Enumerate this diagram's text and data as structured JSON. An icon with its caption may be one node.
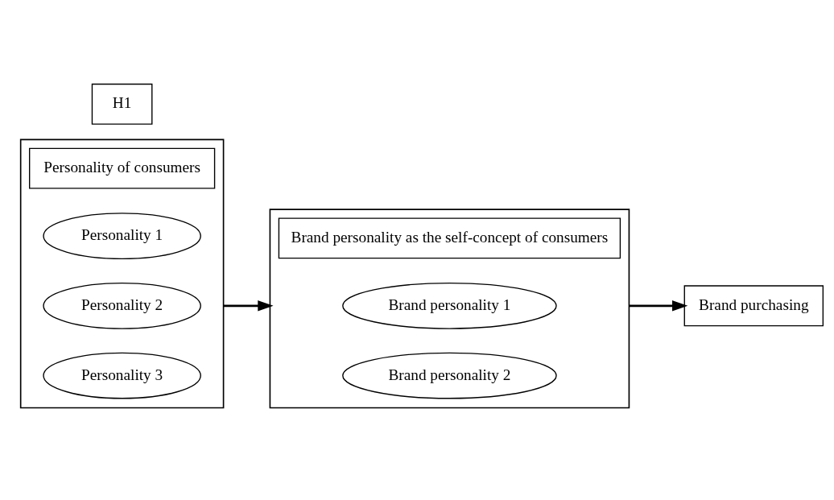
{
  "diagram": {
    "nodes": [
      {
        "text": [],
        "shape": "box"
      },
      {
        "text": [
          "Personality of consumers"
        ],
        "in": 0
      },
      {
        "text": [
          "Personality 1"
        ],
        "in": 0
      },
      {
        "text": [
          "Personality 2"
        ],
        "in": 0
      },
      {
        "text": [
          "Personality 3"
        ],
        "in": 0
      },
      {
        "text": [
          "H1"
        ]
      },
      {
        "text": [],
        "shape": "box"
      },
      {
        "text": [
          "Brand personality as the self-concept of consumers"
        ],
        "in": 6
      },
      {
        "text": [
          "Brand personality 1"
        ],
        "in": 6
      },
      {
        "text": [
          "Brand personality 2"
        ],
        "in": 6
      },
      {
        "text": [
          "Brand purchasing"
        ]
      }
    ],
    "edges": [
      {
        "from": 0,
        "to": 6,
        "arrow": "to"
      },
      {
        "from": 6,
        "to": 10,
        "arrow": "to"
      }
    ]
  }
}
